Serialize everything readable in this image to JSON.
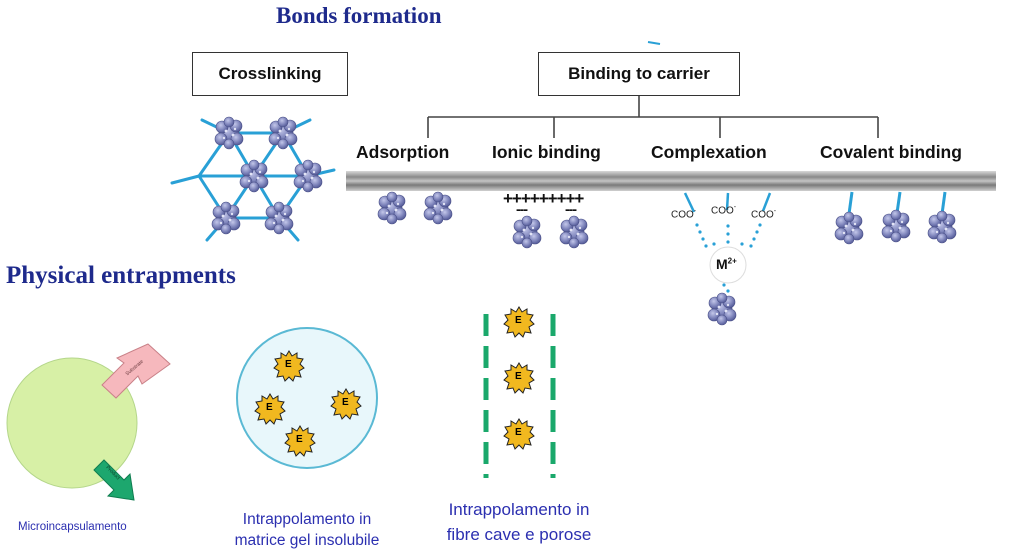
{
  "sections": {
    "bonds_title": "Bonds formation",
    "physical_title": "Physical entrapments"
  },
  "crosslinking": {
    "label": "Crosslinking"
  },
  "carrier": {
    "label": "Binding to carrier",
    "categories": [
      "Adsorption",
      "Ionic binding",
      "Complexation",
      "Covalent binding"
    ]
  },
  "ionic": {
    "plus": "+++++++++",
    "minus1": "---",
    "minus2": "---"
  },
  "complexation": {
    "coo1": "COO",
    "coo2": "COO",
    "coo3": "COO",
    "charge": "-",
    "metal": "M",
    "metal_charge": "2+"
  },
  "entrapment": {
    "micro": {
      "caption": "Microincapsulamento",
      "arrow_in": "Substrate",
      "arrow_out": "Product"
    },
    "gel": {
      "caption_line1": "Intrappolamento in",
      "caption_line2": "matrice gel insolubile"
    },
    "fiber": {
      "caption_line1": "Intrappolamento in",
      "caption_line2": "fibre cave e porose"
    },
    "enzyme_letter": "E"
  },
  "colors": {
    "title": "#1e2a8c",
    "link": "#29a0d6",
    "protein": "#7e84b8",
    "enzyme": "#f1b81f",
    "fiber": "#1aa86b",
    "micro": "#d7f0a6",
    "caption": "#2b2fb0"
  }
}
